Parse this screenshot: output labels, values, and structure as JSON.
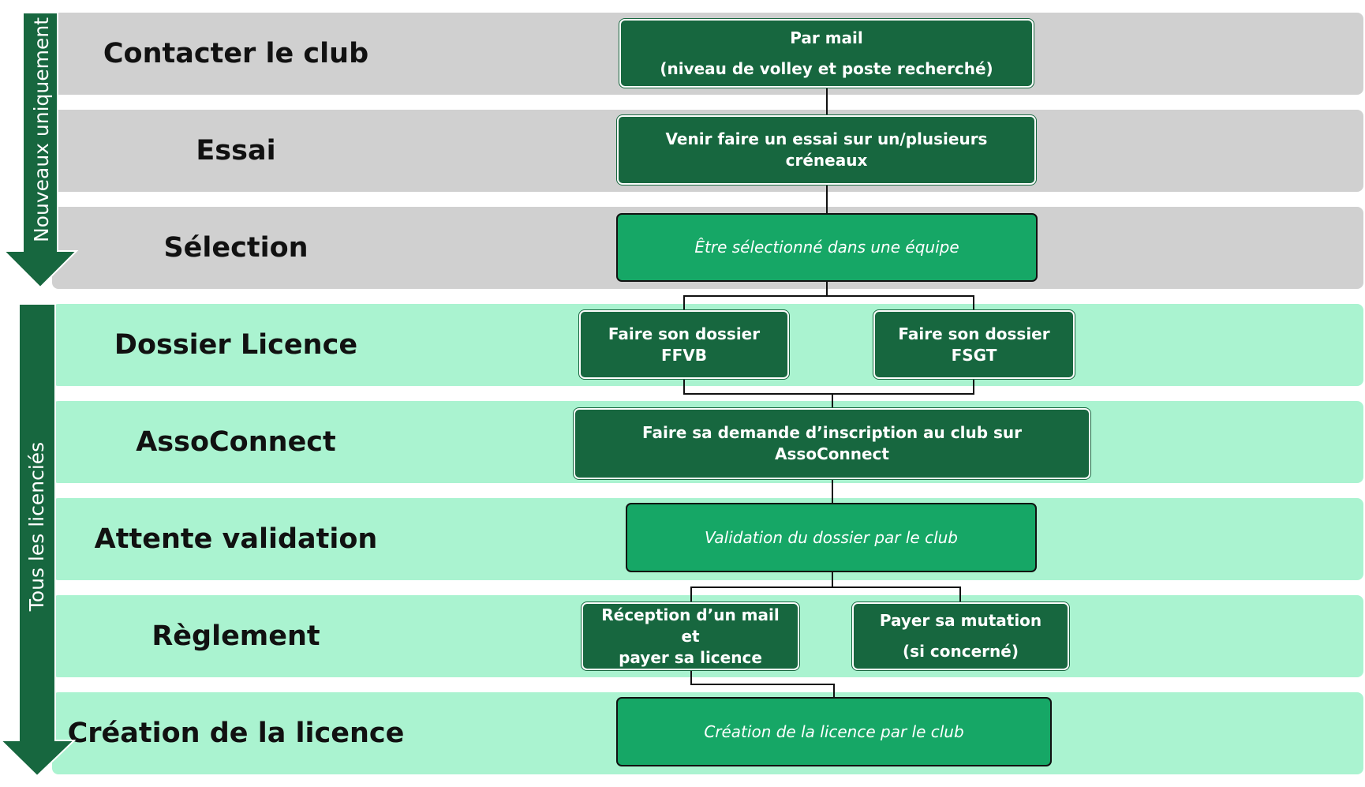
{
  "stages": [
    {
      "label": "Contacter le club"
    },
    {
      "label": "Essai"
    },
    {
      "label": "Sélection"
    },
    {
      "label": "Dossier Licence"
    },
    {
      "label": "AssoConnect"
    },
    {
      "label": "Attente validation"
    },
    {
      "label": "Règlement"
    },
    {
      "label": "Création de la licence"
    }
  ],
  "steps": {
    "par_mail": {
      "line1": "Par mail",
      "line2": "(niveau de volley et poste recherché)"
    },
    "essai": {
      "text": "Venir faire un essai sur un/plusieurs créneaux"
    },
    "selection": {
      "text": "Être sélectionné dans une équipe"
    },
    "ffvb": {
      "text": "Faire son dossier FFVB"
    },
    "fsgt": {
      "line1": "Faire son dossier",
      "line2": "FSGT"
    },
    "assoconnect": {
      "text": "Faire sa demande d’inscription au club sur AssoConnect"
    },
    "validation": {
      "text": "Validation du dossier par le club"
    },
    "reception": {
      "line1": "Réception d’un mail et",
      "line2": "payer sa licence"
    },
    "mutation": {
      "line1": "Payer sa mutation",
      "line2": "(si concerné)"
    },
    "creation": {
      "text": "Création de la licence par le club"
    }
  },
  "side_arrows": {
    "nouveaux": "Nouveaux uniquement",
    "tous": "Tous les licenciés"
  },
  "colors": {
    "grey_band": "#d0d0d0",
    "mint_band": "#aaf3d0",
    "dark_green": "#17673f",
    "light_green": "#16a766",
    "arrow_green": "#17673f"
  }
}
